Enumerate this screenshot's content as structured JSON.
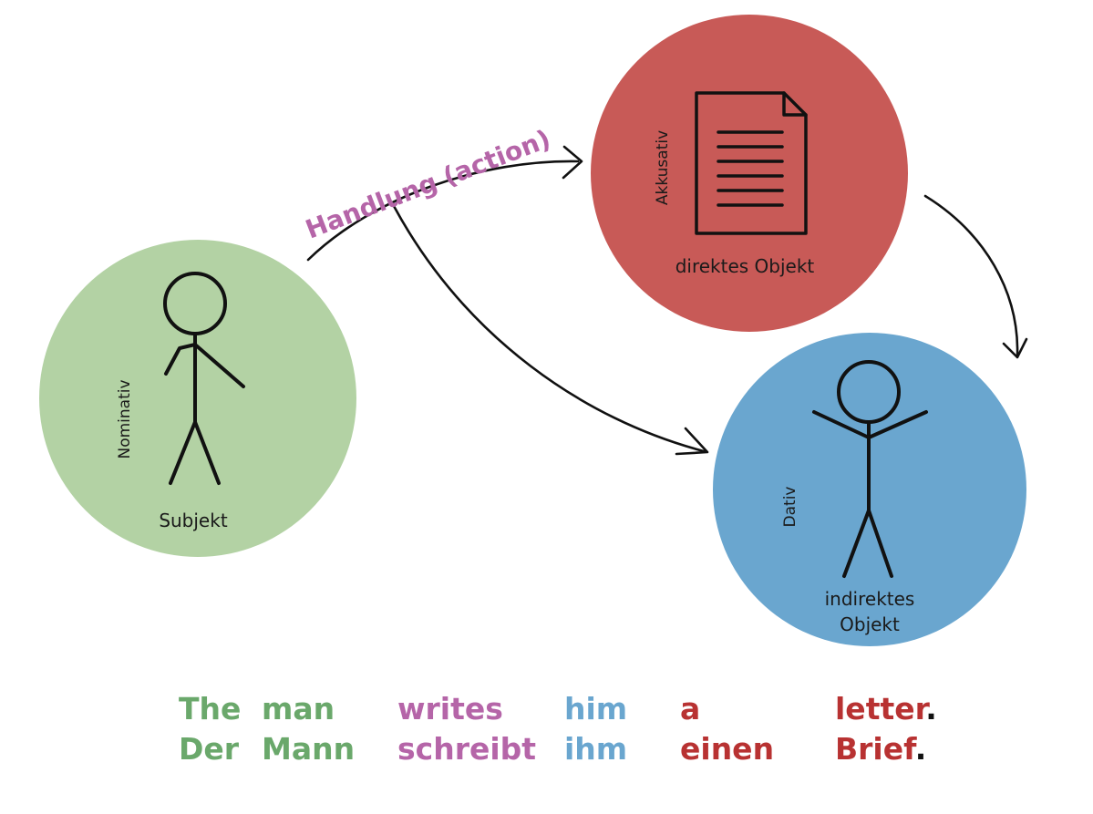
{
  "colors": {
    "nominative": "#b3d2a4",
    "accusative": "#c85a57",
    "dative": "#6aa6cf",
    "action": "#b565a8",
    "subject_text": "#6aa86b",
    "verb_text": "#b565a8",
    "indirect_text": "#6aa6cf",
    "direct_text": "#b83232"
  },
  "action": {
    "label": "Handlung (action)"
  },
  "subject": {
    "case": "Nominativ",
    "label": "Subjekt",
    "icon": "stick-figure-icon"
  },
  "direct_object": {
    "case": "Akkusativ",
    "label": "direktes Objekt",
    "icon": "document-icon"
  },
  "indirect_object": {
    "case": "Dativ",
    "label_line1": "indirektes",
    "label_line2": "Objekt",
    "icon": "stick-figure-arms-up-icon"
  },
  "sentence": {
    "english": [
      "The",
      "man",
      "writes",
      "him",
      "a",
      "letter",
      "."
    ],
    "german": [
      "Der",
      "Mann",
      "schreibt",
      "ihm",
      "einen",
      "Brief",
      "."
    ]
  }
}
